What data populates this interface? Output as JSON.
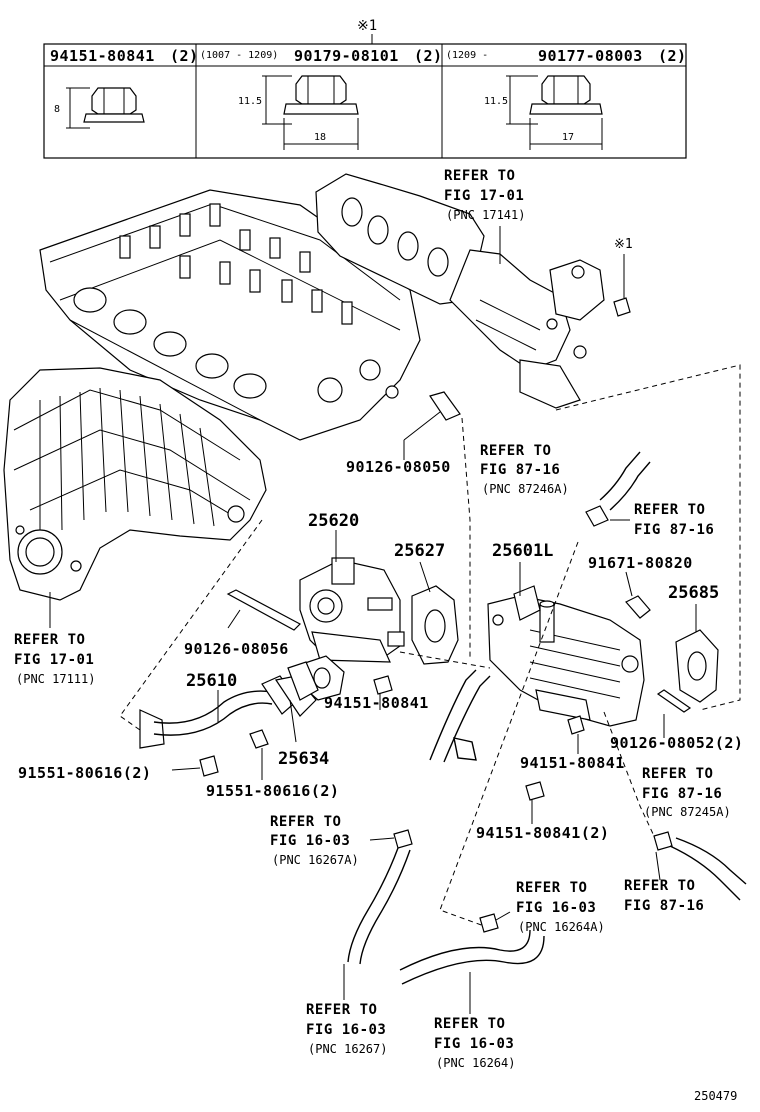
{
  "table": {
    "mark_top": "※1",
    "cells": [
      {
        "part": "94151-80841",
        "qty": "(2)",
        "note": "",
        "height_dim": "8",
        "width_dim": ""
      },
      {
        "part": "90179-08101",
        "qty": "(2)",
        "note": "(1007 - 1209)",
        "height_dim": "11.5",
        "width_dim": "18"
      },
      {
        "part": "90177-08003",
        "qty": "(2)",
        "note": "(1209 -",
        "height_dim": "11.5",
        "width_dim": "17"
      }
    ]
  },
  "labels": {
    "ref_17_01_a": {
      "l1": "REFER TO",
      "l2": "FIG 17-01",
      "l3": "(PNC 17141)"
    },
    "mark1": "※1",
    "p_90126_08050": "90126-08050",
    "ref_87_16_a": {
      "l1": "REFER TO",
      "l2": "FIG 87-16",
      "l3": "(PNC 87246A)"
    },
    "ref_87_16_b": {
      "l1": "REFER TO",
      "l2": "FIG 87-16"
    },
    "p_25620": "25620",
    "p_25627": "25627",
    "p_25601L": "25601L",
    "p_91671_80820": "91671-80820",
    "p_25685": "25685",
    "ref_17_01_b": {
      "l1": "REFER TO",
      "l2": "FIG 17-01",
      "l3": "(PNC 17111)"
    },
    "p_90126_08056": "90126-08056",
    "p_25610": "25610",
    "p_94151_80841_a": "94151-80841",
    "p_25634": "25634",
    "p_90126_08052": "90126-08052(2)",
    "p_91551_80616_a": "91551-80616(2)",
    "p_91551_80616_b": "91551-80616(2)",
    "p_94151_80841_b": "94151-80841",
    "ref_87_16_c": {
      "l1": "REFER TO",
      "l2": "FIG 87-16",
      "l3": "(PNC 87245A)"
    },
    "ref_16_03_a": {
      "l1": "REFER TO",
      "l2": "FIG 16-03",
      "l3": "(PNC 16267A)"
    },
    "p_94151_80841_c": "94151-80841(2)",
    "ref_16_03_b": {
      "l1": "REFER TO",
      "l2": "FIG 16-03",
      "l3": "(PNC 16264A)"
    },
    "ref_87_16_d": {
      "l1": "REFER TO",
      "l2": "FIG 87-16"
    },
    "ref_16_03_c": {
      "l1": "REFER TO",
      "l2": "FIG 16-03",
      "l3": "(PNC 16267)"
    },
    "ref_16_03_d": {
      "l1": "REFER TO",
      "l2": "FIG 16-03",
      "l3": "(PNC 16264)"
    },
    "figure_id": "250479"
  }
}
